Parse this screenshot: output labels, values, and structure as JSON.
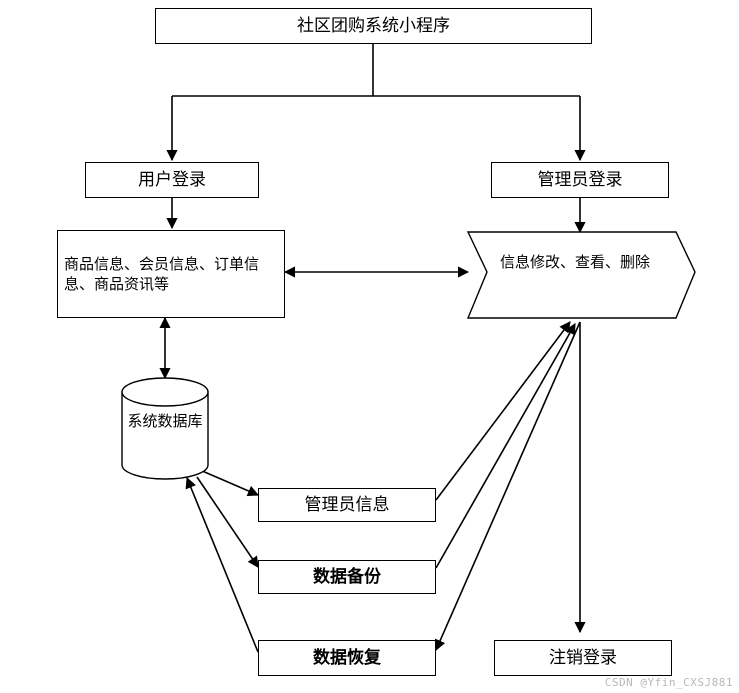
{
  "diagram": {
    "type": "flowchart",
    "nodes": {
      "title": "社区团购系统小程序",
      "user_login": "用户登录",
      "admin_login": "管理员登录",
      "user_info": "商品信息、会员信息、订单信息、商品资讯等",
      "admin_actions": "信息修改、查看、删除",
      "database": "系统数据库",
      "admin_info": "管理员信息",
      "data_backup": "数据备份",
      "data_restore": "数据恢复",
      "logout": "注销登录"
    },
    "watermark": "CSDN @Yfin_CXSJ881"
  }
}
